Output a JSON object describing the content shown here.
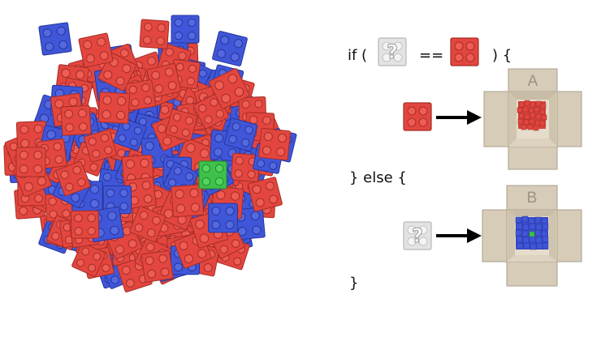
{
  "code": {
    "if_open": "if (",
    "equals": "==",
    "if_close": ") {",
    "else_line": "} else {",
    "closing_brace": "}"
  },
  "boxes": [
    {
      "label": "A",
      "contents": "red bricks"
    },
    {
      "label": "B",
      "contents": "blue bricks with one green brick"
    }
  ],
  "icons": {
    "unknown": "question-mark-brick-icon",
    "red": "red-brick-icon",
    "arrow": "arrow-right-icon"
  },
  "colors": {
    "red_brick": "#e2463e",
    "blue_brick": "#4056d8",
    "green_brick": "#3fc04a",
    "gray_brick": "#dedede",
    "box": "#d6cbb6"
  }
}
